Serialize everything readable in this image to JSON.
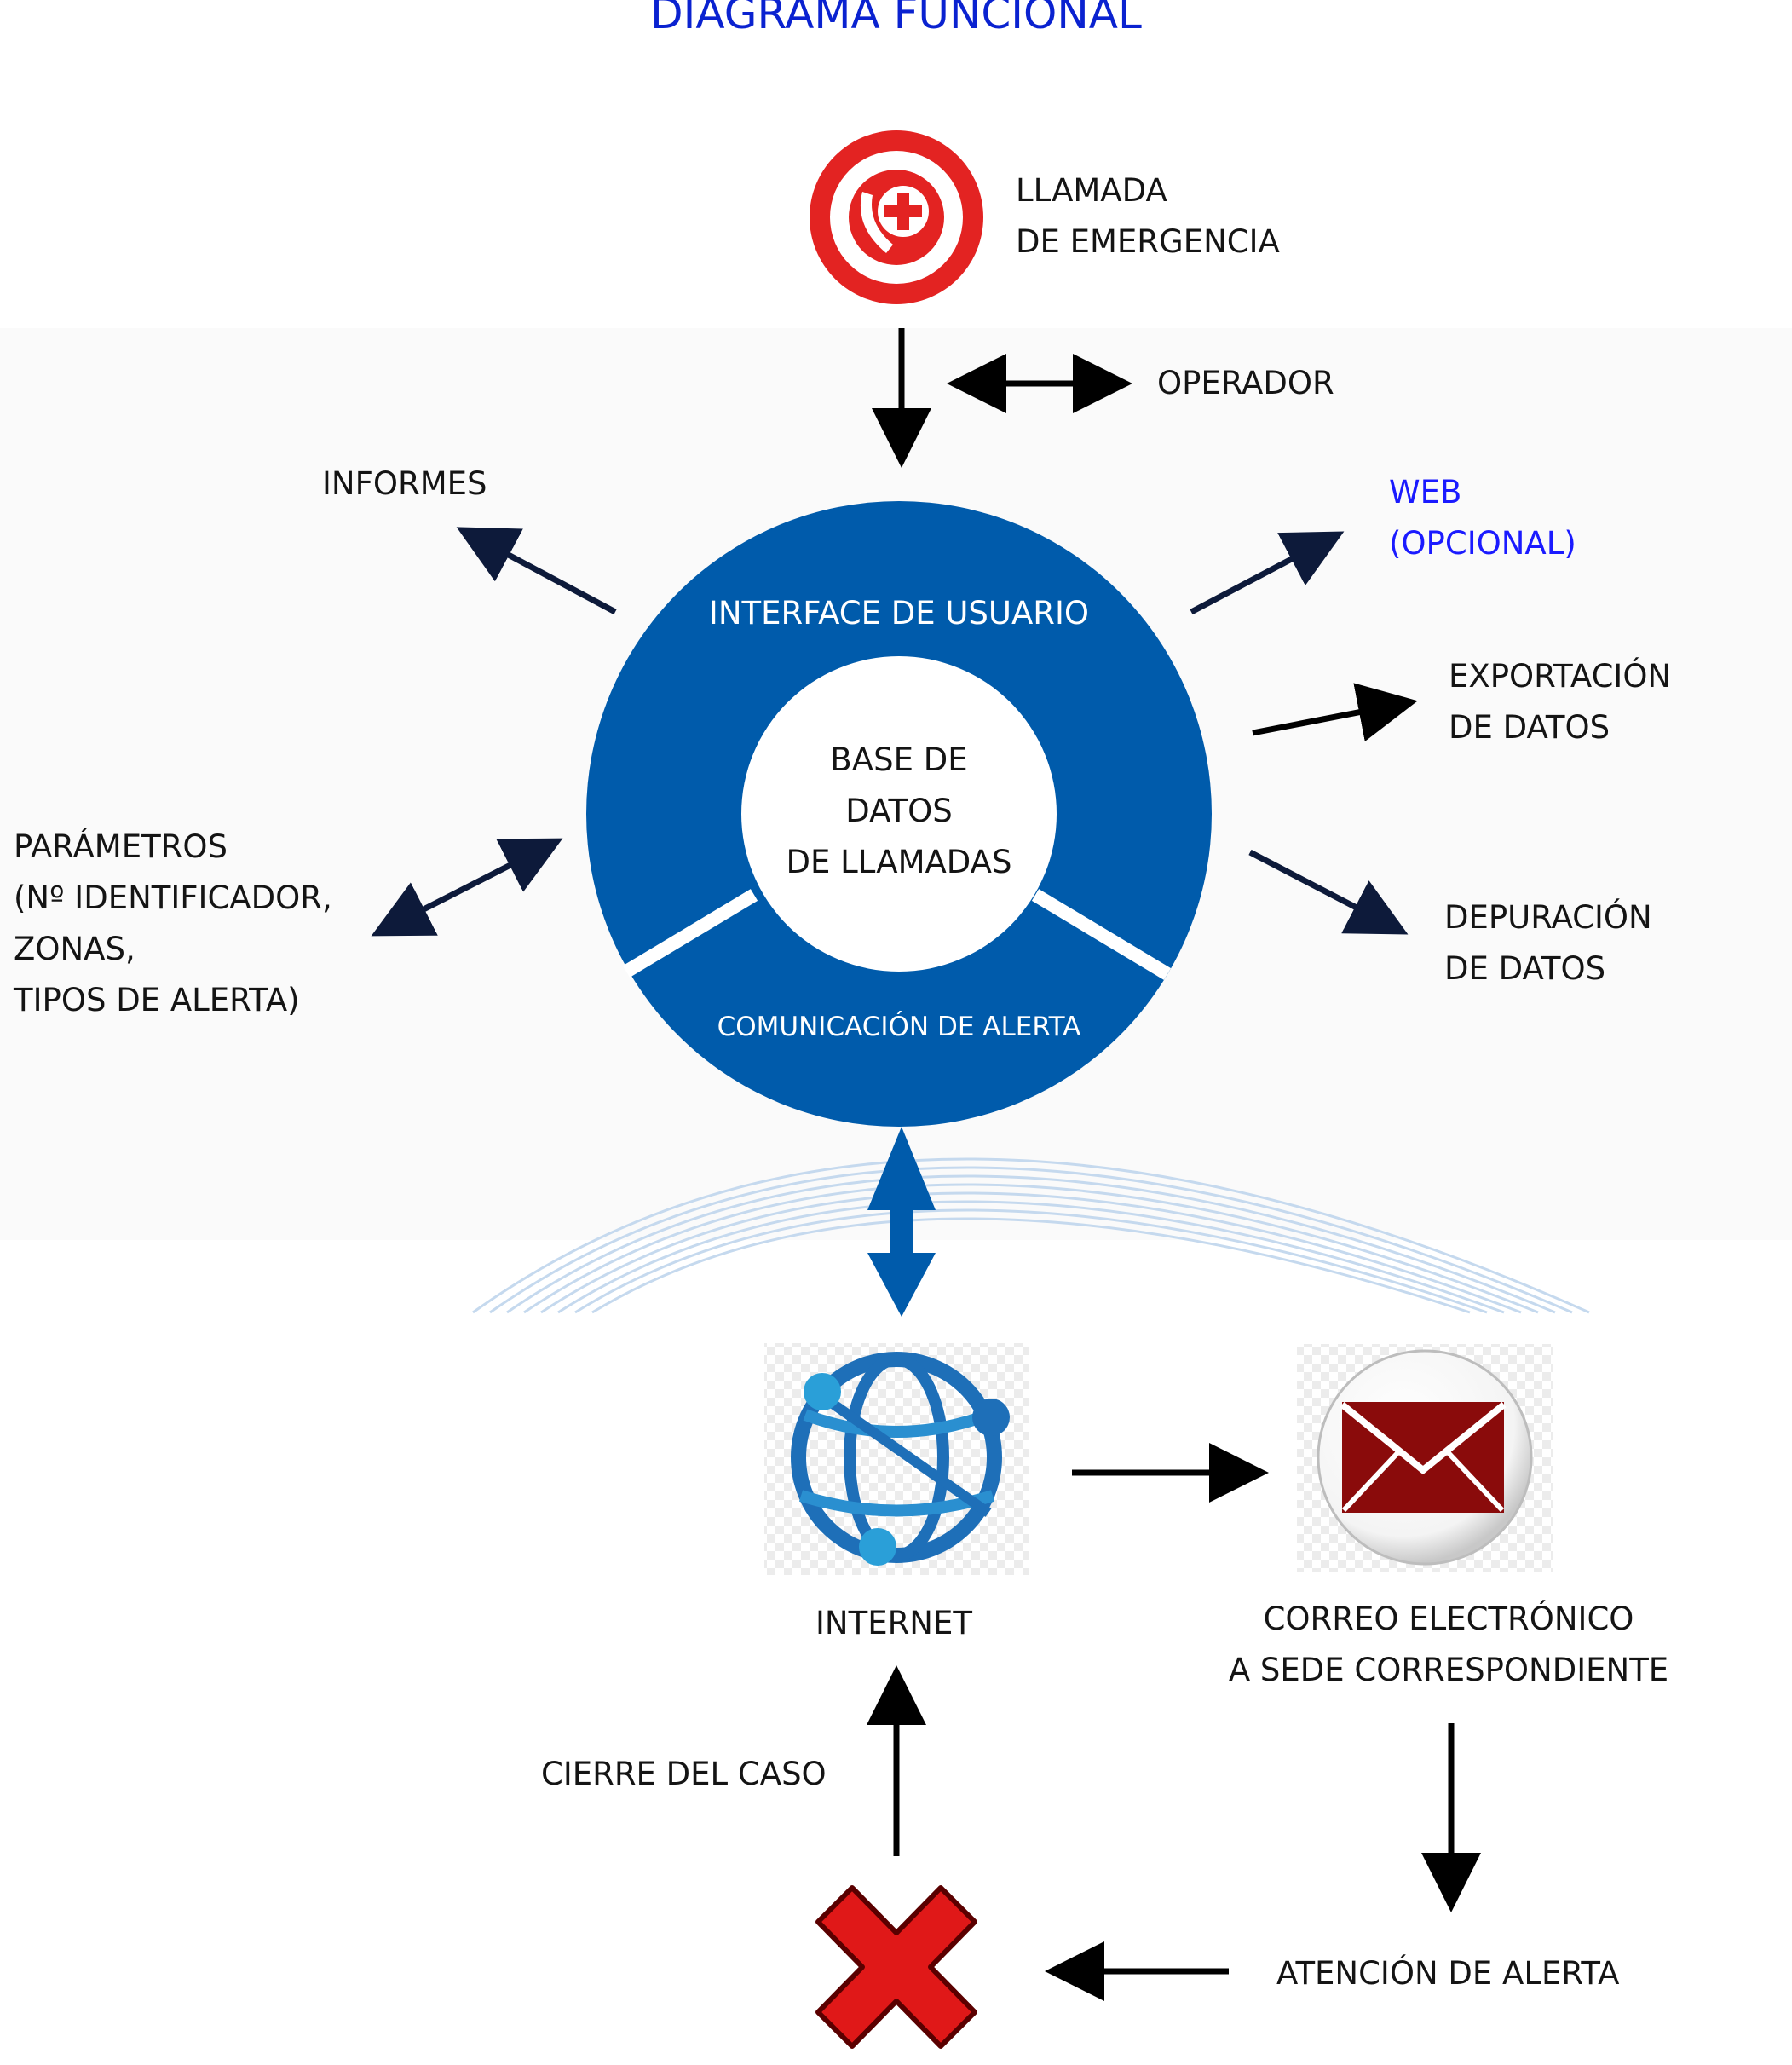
{
  "title": "DIAGRAMA FUNCIONAL",
  "top": {
    "emergency_call": [
      "LLAMADA",
      "DE EMERGENCIA"
    ],
    "operator": "OPERADOR"
  },
  "hub": {
    "outer_top": "INTERFACE DE USUARIO",
    "center": [
      "BASE DE",
      "DATOS",
      "DE LLAMADAS"
    ],
    "bottom_segment": "COMUNICACIÓN DE ALERTA",
    "ring_color": "#005bab"
  },
  "outputs": {
    "reports": "INFORMES",
    "parameters": [
      "PARÁMETROS",
      "(Nº IDENTIFICADOR,",
      "ZONAS,",
      "TIPOS DE ALERTA)"
    ],
    "web": [
      "WEB",
      "(OPCIONAL)"
    ],
    "export": [
      "EXPORTACIÓN",
      "DE DATOS"
    ],
    "purge": [
      "DEPURACIÓN",
      "DE DATOS"
    ]
  },
  "bottom": {
    "internet": "INTERNET",
    "email": [
      "CORREO ELECTRÓNICO",
      "A SEDE CORRESPONDIENTE"
    ],
    "case_close": "CIERRE DEL CASO",
    "alert_attention": "ATENCIÓN DE ALERTA"
  },
  "icons": {
    "emergency": "emergency-phone-icon",
    "internet": "globe-network-icon",
    "email": "envelope-icon",
    "close": "red-x-icon"
  }
}
